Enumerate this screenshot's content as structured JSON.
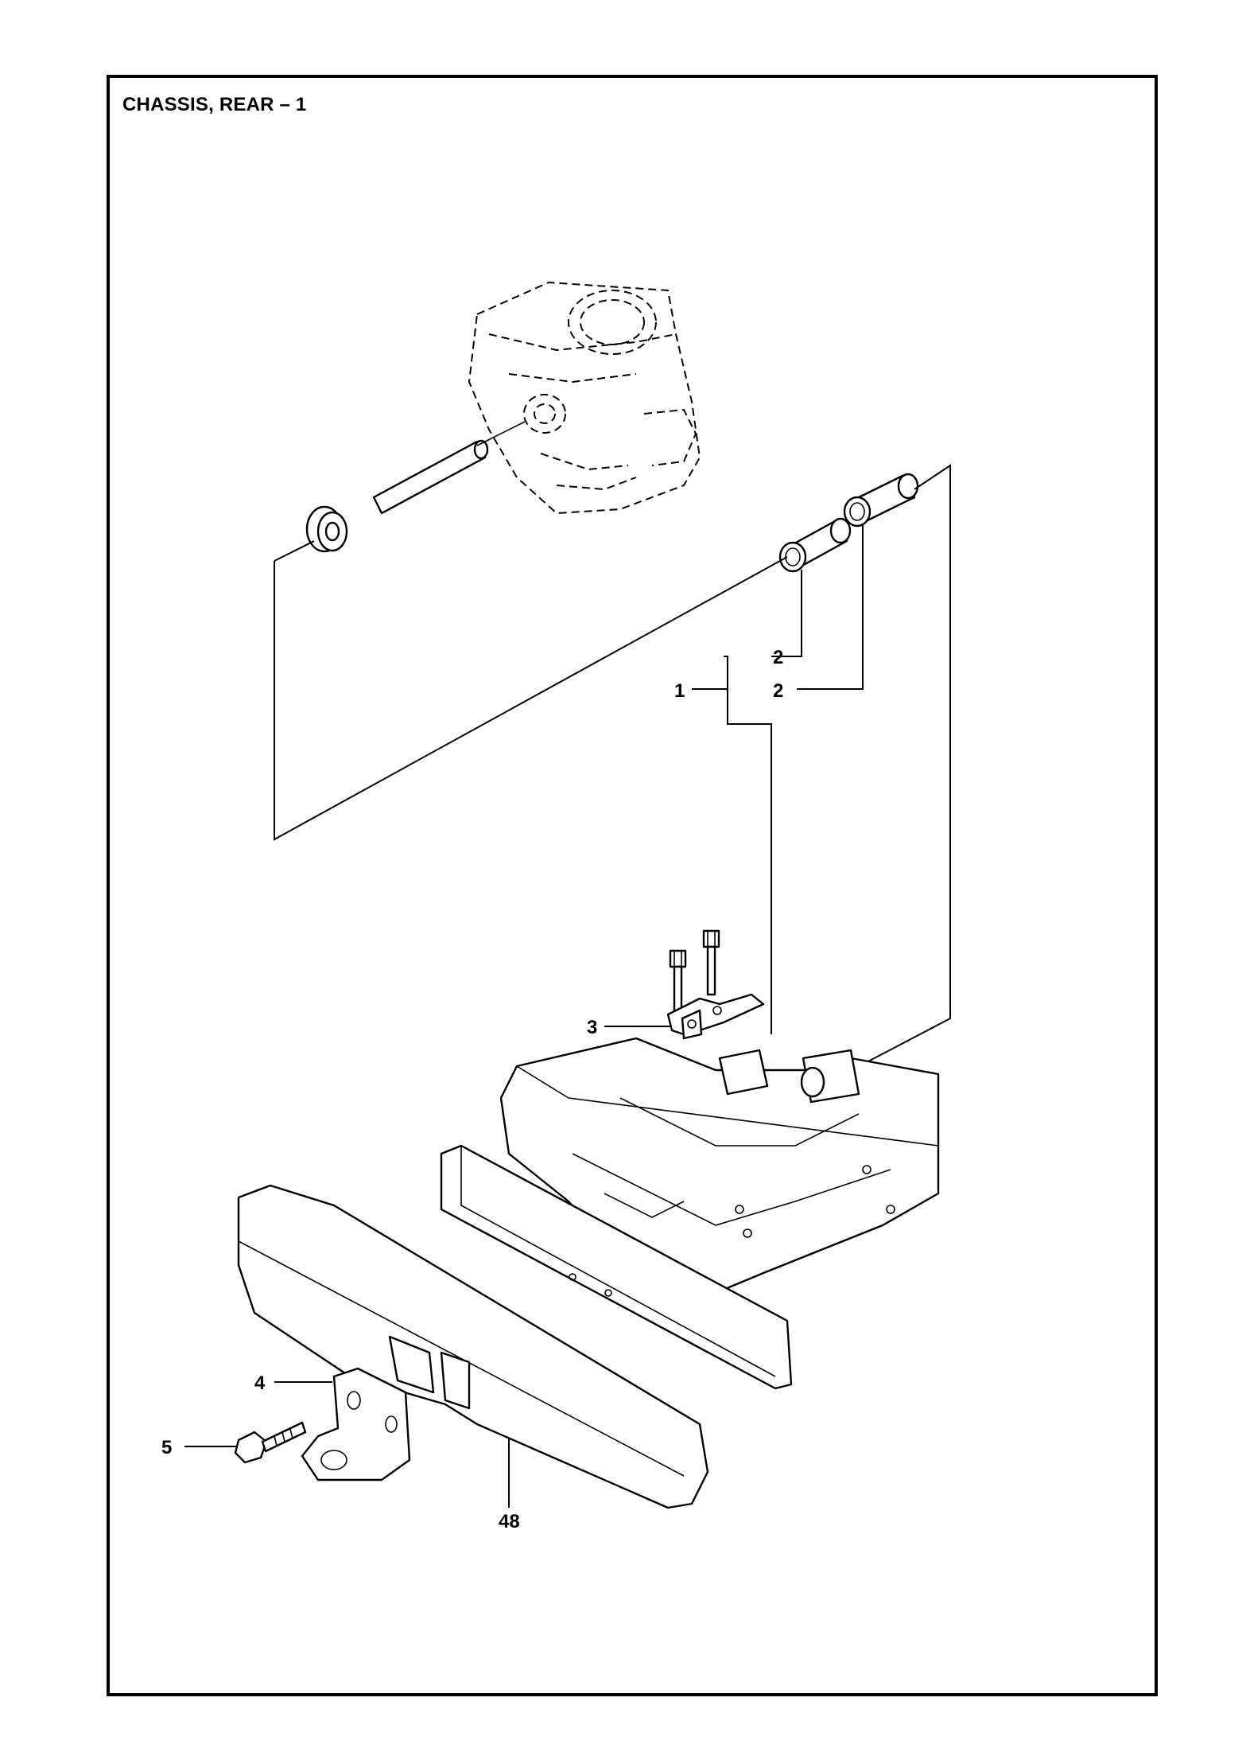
{
  "title": "CHASSIS, REAR – 1",
  "callouts": {
    "c1": "1",
    "c2a": "2",
    "c2b": "2",
    "c3": "3",
    "c4": "4",
    "c5": "5",
    "c48": "48"
  }
}
